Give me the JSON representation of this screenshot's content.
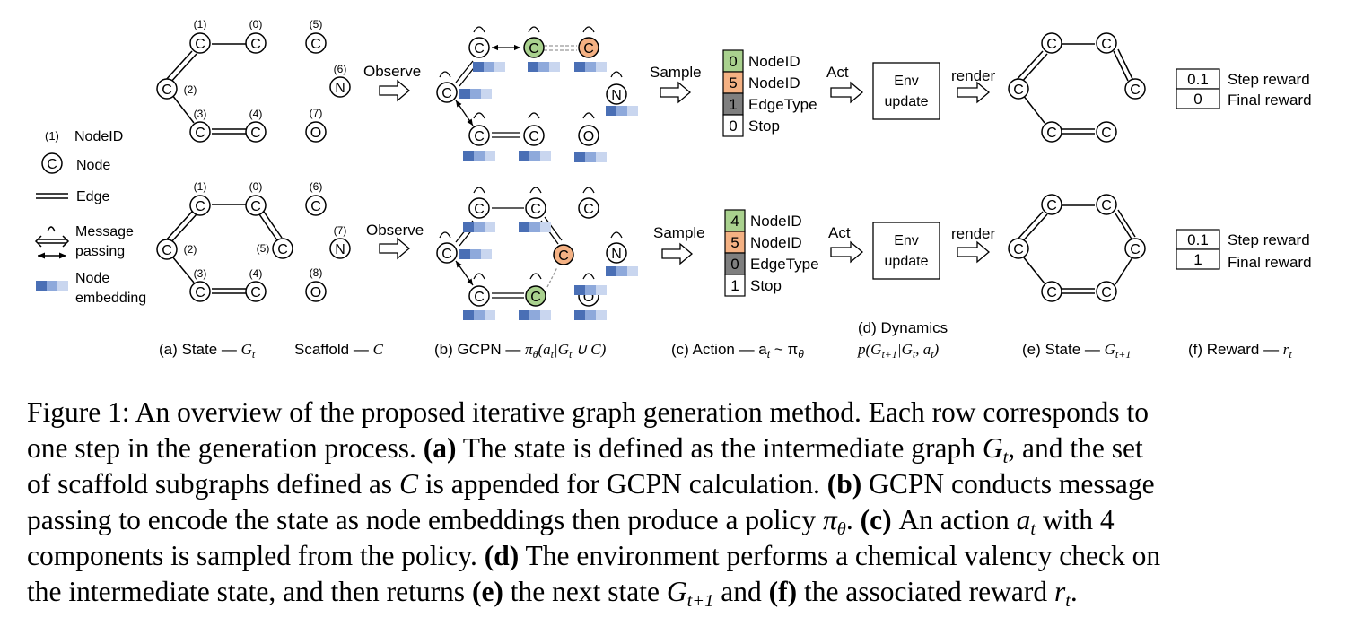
{
  "legend": {
    "nodeid_sample": "(1)",
    "nodeid_label": "NodeID",
    "node_sample": "C",
    "node_label": "Node",
    "edge_label": "Edge",
    "message_label_1": "Message",
    "message_label_2": "passing",
    "embedding_label_1": "Node",
    "embedding_label_2": "embedding"
  },
  "row1": {
    "state_nodes": [
      {
        "id": "(1)",
        "atom": "C"
      },
      {
        "id": "(0)",
        "atom": "C"
      },
      {
        "id": "(2)",
        "atom": "C"
      },
      {
        "id": "(3)",
        "atom": "C"
      },
      {
        "id": "(4)",
        "atom": "C"
      }
    ],
    "scaffold_nodes": [
      {
        "id": "(5)",
        "atom": "C"
      },
      {
        "id": "(6)",
        "atom": "N"
      },
      {
        "id": "(7)",
        "atom": "O"
      }
    ],
    "gcpn_atoms": [
      "C",
      "C",
      "C",
      "C",
      "C",
      "C",
      "N",
      "O"
    ],
    "action": [
      {
        "value": "0",
        "label": "NodeID",
        "color": "#a9d18e"
      },
      {
        "value": "5",
        "label": "NodeID",
        "color": "#f4b183"
      },
      {
        "value": "1",
        "label": "EdgeType",
        "color": "#7f7f7f"
      },
      {
        "value": "0",
        "label": "Stop",
        "color": "#ffffff"
      }
    ],
    "next_state_atoms": [
      "C",
      "C",
      "C",
      "C",
      "C",
      "C"
    ],
    "step_reward": "0.1",
    "final_reward": "0"
  },
  "row2": {
    "state_nodes": [
      {
        "id": "(1)",
        "atom": "C"
      },
      {
        "id": "(0)",
        "atom": "C"
      },
      {
        "id": "(2)",
        "atom": "C"
      },
      {
        "id": "(5)",
        "atom": "C"
      },
      {
        "id": "(3)",
        "atom": "C"
      },
      {
        "id": "(4)",
        "atom": "C"
      }
    ],
    "scaffold_nodes": [
      {
        "id": "(6)",
        "atom": "C"
      },
      {
        "id": "(7)",
        "atom": "N"
      },
      {
        "id": "(8)",
        "atom": "O"
      }
    ],
    "gcpn_atoms": [
      "C",
      "C",
      "C",
      "C",
      "C",
      "C",
      "C",
      "N",
      "O"
    ],
    "action": [
      {
        "value": "4",
        "label": "NodeID",
        "color": "#a9d18e"
      },
      {
        "value": "5",
        "label": "NodeID",
        "color": "#f4b183"
      },
      {
        "value": "0",
        "label": "EdgeType",
        "color": "#7f7f7f"
      },
      {
        "value": "1",
        "label": "Stop",
        "color": "#ffffff"
      }
    ],
    "next_state_atoms": [
      "C",
      "C",
      "C",
      "C",
      "C",
      "C"
    ],
    "step_reward": "0.1",
    "final_reward": "1"
  },
  "arrows": {
    "observe": "Observe",
    "sample": "Sample",
    "act": "Act",
    "render": "render",
    "env_1": "Env",
    "env_2": "update"
  },
  "reward_labels": {
    "step": "Step reward",
    "final": "Final reward"
  },
  "subcaptions": {
    "a_state": "(a) State — ",
    "a_state_sym": "G",
    "a_state_sub": "t",
    "a_scaffold": "Scaffold — ",
    "a_scaffold_sym": "C",
    "b_text": "(b) GCPN — ",
    "b_sym": "π",
    "b_sub": "θ",
    "b_rest": "(a",
    "b_rest_sub": "t",
    "b_rest2": "|G",
    "b_rest2_sub": "t",
    "b_rest3": " ∪ C)",
    "c_text": "(c) Action — a",
    "c_sub": "t",
    "c_rest": " ~ π",
    "c_rest_sub": "θ",
    "d_line1": "(d) Dynamics",
    "d_p": "p(G",
    "d_p_sub": "t+1",
    "d_mid": "|G",
    "d_mid_sub": "t",
    "d_end": ", a",
    "d_end_sub": "t",
    "d_close": ")",
    "e_text": "(e) State — ",
    "e_sym": "G",
    "e_sub": "t+1",
    "f_text": "(f) Reward — ",
    "f_sym": "r",
    "f_sub": "t"
  },
  "caption": {
    "l1": "Figure 1: An overview of the proposed iterative graph generation method. Each row corresponds to",
    "l2a": "one step in the generation process. ",
    "l2b": "(a)",
    "l2c": " The state is defined as the intermediate graph ",
    "l2d": "G",
    "l2e": "t",
    "l2f": ", and the set",
    "l3a": "of scaffold subgraphs defined as ",
    "l3b": "C",
    "l3c": " is appended for GCPN calculation. ",
    "l3d": "(b)",
    "l3e": " GCPN conducts message",
    "l4a": "passing to encode the state as node embeddings then produce a policy ",
    "l4b": "π",
    "l4c": "θ",
    "l4d": ". ",
    "l4e": "(c)",
    "l4f": " An action ",
    "l4g": "a",
    "l4h": "t",
    "l4i": " with 4",
    "l5a": "components is sampled from the policy. ",
    "l5b": "(d)",
    "l5c": " The environment performs a chemical valency check on",
    "l6a": "the intermediate state, and then returns ",
    "l6b": "(e)",
    "l6c": " the next state ",
    "l6d": "G",
    "l6e": "t+1",
    "l6f": " and ",
    "l6g": "(f)",
    "l6h": " the associated reward ",
    "l6i": "r",
    "l6j": "t",
    "l6k": "."
  },
  "colors": {
    "green_node": "#a9d18e",
    "orange_node": "#f4b183",
    "embedding_dark": "#4a6fb5",
    "embedding_mid": "#8ea9db",
    "embedding_light": "#c9d6ef"
  }
}
